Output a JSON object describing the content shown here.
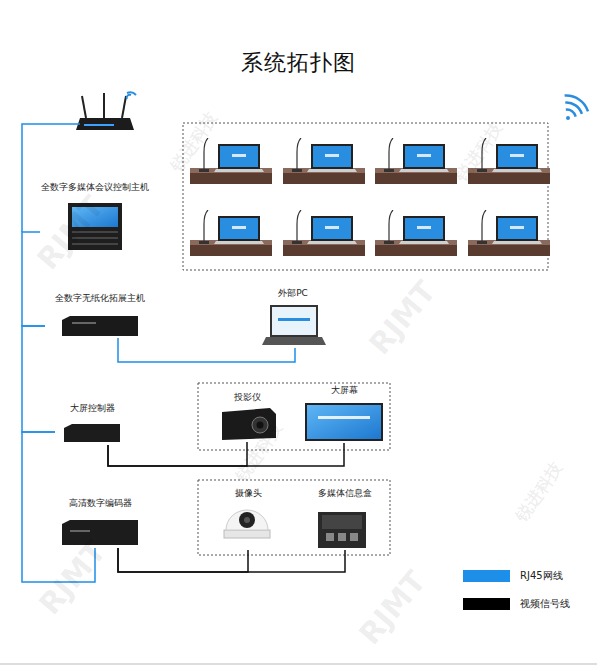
{
  "diagram": {
    "title": "系统拓扑图",
    "nodes": [
      {
        "text": [
          "全数字多媒体会议控制主机"
        ]
      },
      {
        "text": [
          "全数字无纸化拓展主机"
        ]
      },
      {
        "text": [
          "外部PC"
        ]
      },
      {
        "text": [
          "大屏控制器"
        ]
      },
      {
        "text": [
          "投影仪"
        ]
      },
      {
        "text": [
          "大屏幕"
        ]
      },
      {
        "text": [
          "高清数字编码器"
        ]
      },
      {
        "text": [
          "摄像头"
        ]
      },
      {
        "text": [
          "多媒体信息盒"
        ]
      }
    ],
    "edges": [
      {
        "from": 0,
        "to": 1,
        "arrow": "none"
      },
      {
        "from": 1,
        "to": 2,
        "arrow": "none"
      },
      {
        "from": 1,
        "to": 3,
        "arrow": "none"
      },
      {
        "from": 3,
        "to": 6,
        "arrow": "none"
      },
      {
        "from": 3,
        "to": 4,
        "arrow": "none"
      },
      {
        "from": 3,
        "to": 5,
        "arrow": "none"
      },
      {
        "from": 6,
        "to": 7,
        "arrow": "none"
      },
      {
        "from": 6,
        "to": 8,
        "arrow": "none"
      }
    ],
    "labels": [
      "RJMT",
      "RJMT",
      "RJMT",
      "RJMT",
      "锐进科技",
      "锐进科技",
      "锐进科技",
      "锐进科技"
    ],
    "legend": [
      {
        "text": "RJ45网线",
        "color": "#1e8fe8"
      },
      {
        "text": "视频信号线",
        "color": "#000000"
      }
    ]
  }
}
